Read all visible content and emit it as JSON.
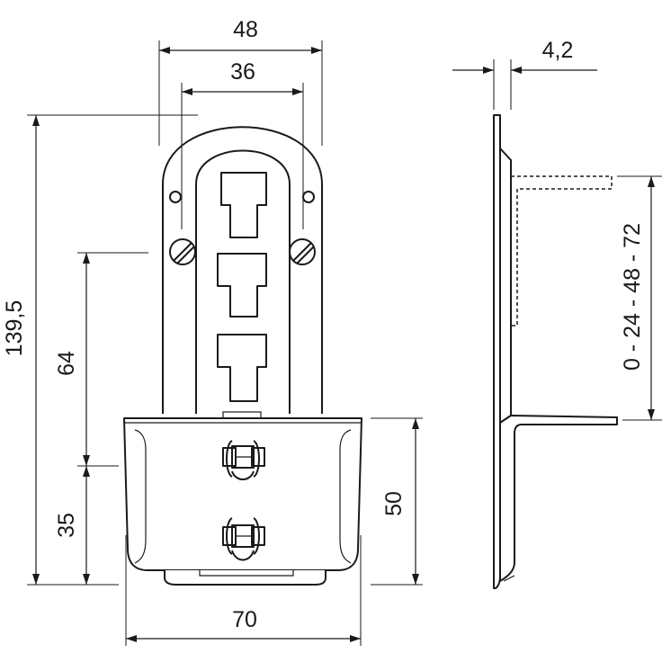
{
  "dimensions": {
    "width_outer": "48",
    "width_inner": "36",
    "thickness": "4,2",
    "overall_height": "139,5",
    "adjust_height": "64",
    "lower_height": "35",
    "base_depth": "50",
    "base_width": "70",
    "adjust_steps": "0 - 24 - 48 - 72"
  },
  "colors": {
    "line": "#1a1a1a",
    "background": "#ffffff"
  }
}
